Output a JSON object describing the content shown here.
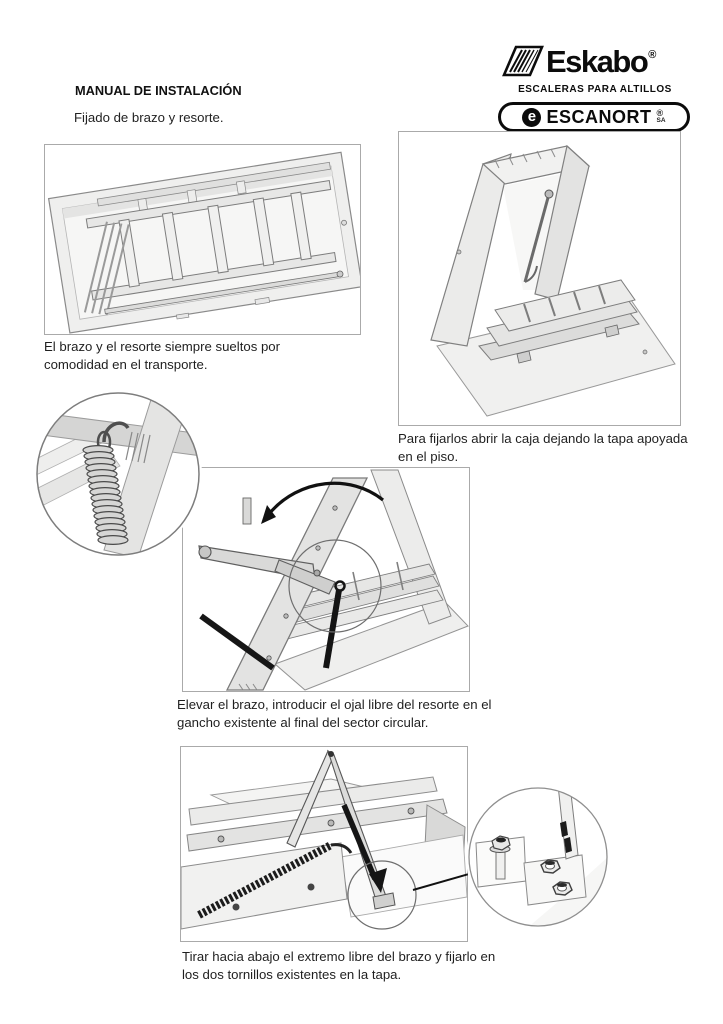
{
  "branding": {
    "brand_name": "Eskabo",
    "brand_registered": "®",
    "tagline": "ESCALERAS PARA ALTILLOS",
    "badge": {
      "initial": "e",
      "name": "ESCANORT",
      "registered": "®",
      "suffix": "SA"
    }
  },
  "header": {
    "title": "MANUAL DE INSTALACIÓN",
    "subtitle": "Fijado de brazo y resorte."
  },
  "figures": [
    {
      "name": "ladder-packed-in-box",
      "caption": "El brazo y el resorte siempre sueltos por comodidad en el transporte."
    },
    {
      "name": "box-open-lid-on-floor",
      "caption": "Para fijarlos abrir la caja dejando la tapa apoyada en el piso."
    },
    {
      "name": "raise-arm-hook-spring",
      "caption": "Elevar el brazo, introducir el ojal libre del resorte en el gancho existente al final del sector circular.",
      "inset": "spring-coil-and-hook-detail"
    },
    {
      "name": "pull-arm-fix-bolts",
      "caption": "Tirar hacia abajo el extremo libre del brazo y fijarlo en los dos tornillos existentes en la tapa.",
      "inset": "two-bolts-on-lid-detail"
    }
  ],
  "colors": {
    "page_bg": "#ffffff",
    "ink": "#0b0b0b",
    "frame_border": "#aaaaaa",
    "drawing_fill_light": "#f1f1f0",
    "drawing_fill_mid": "#e4e4e3",
    "drawing_stroke": "#8a8a8a",
    "highlight_black": "#141414"
  }
}
